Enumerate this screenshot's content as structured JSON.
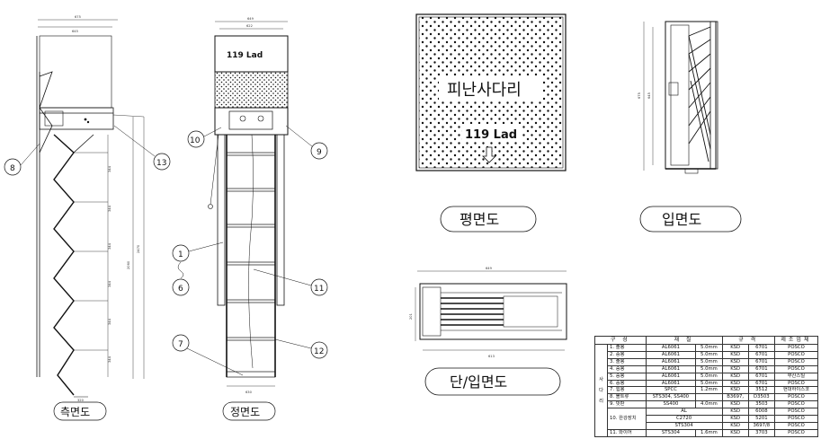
{
  "views": {
    "side": {
      "caption": "측면도",
      "dims": {
        "top": "675",
        "inner": "645",
        "height": "2470",
        "sub_height": "2060",
        "bottom": "320",
        "steps": [
          "344",
          "344",
          "344",
          "344",
          "344",
          "344"
        ]
      }
    },
    "front": {
      "caption": "정면도",
      "dims": {
        "top": "649",
        "inner": "622",
        "bottom": "630"
      }
    },
    "plan": {
      "caption": "평면도",
      "label": "피난사다리",
      "brand": "119 Lad"
    },
    "elevation": {
      "caption": "입면도",
      "dims": {
        "height": "675",
        "inner": "645"
      }
    },
    "section": {
      "caption": "단/입면도",
      "dims": {
        "top": "649",
        "bottom": "613",
        "height": "201"
      }
    }
  },
  "callouts": {
    "side": [
      "8",
      "13"
    ],
    "front": [
      "10",
      "9",
      "1",
      "6",
      "11",
      "7",
      "12"
    ]
  },
  "spec_table": {
    "headers": [
      "구 성",
      "재 질",
      "규 격",
      "제조업체"
    ],
    "group_label": [
      "사",
      "다",
      "리"
    ],
    "rows": [
      {
        "part": "1. 출봉",
        "material": "AL6061",
        "thk": "5.0mm",
        "std": "KSD",
        "code": "6701",
        "maker": "POSCO"
      },
      {
        "part": "2. 중봉",
        "material": "AL6061",
        "thk": "5.0mm",
        "std": "KSD",
        "code": "6701",
        "maker": "POSCO"
      },
      {
        "part": "3. 출봉",
        "material": "AL6061",
        "thk": "5.0mm",
        "std": "KSD",
        "code": "6701",
        "maker": "POSCO"
      },
      {
        "part": "4. 중봉",
        "material": "AL6061",
        "thk": "5.0mm",
        "std": "KSD",
        "code": "6701",
        "maker": "POSCO"
      },
      {
        "part": "5. 중봉",
        "material": "AL6061",
        "thk": "5.0mm",
        "std": "KSD",
        "code": "6701",
        "maker": "부산스틸"
      },
      {
        "part": "6. 중봉",
        "material": "AL6061",
        "thk": "5.0mm",
        "std": "KSD",
        "code": "6701",
        "maker": "POSCO"
      },
      {
        "part": "7. 힘봉",
        "material": "SPCC",
        "thk": "1.2mm",
        "std": "KSD",
        "code": "3512",
        "maker": "현대하이스코"
      },
      {
        "part": "8. 볼트류",
        "material": "STS304, SS400",
        "thk": "",
        "std": "B3697,",
        "code": "D3503",
        "maker": "POSCO"
      },
      {
        "part": "9. 빗판",
        "material": "SS400",
        "thk": "4.0mm",
        "std": "KSD",
        "code": "3503",
        "maker": "POSCO"
      },
      {
        "part": "10. 완강장치",
        "material": "AL",
        "thk": "",
        "std": "KSD",
        "code": "6008",
        "maker": "POSCO"
      },
      {
        "part": "",
        "material": "C2720",
        "thk": "",
        "std": "KSD",
        "code": "5201",
        "maker": "POSCO"
      },
      {
        "part": "",
        "material": "STS304",
        "thk": "",
        "std": "KSD",
        "code": "3697/8",
        "maker": "POSCO"
      },
      {
        "part": "11. 와이어",
        "material": "STS304",
        "thk": "1.6mm",
        "std": "KSD",
        "code": "3703",
        "maker": "POSCO"
      }
    ]
  }
}
